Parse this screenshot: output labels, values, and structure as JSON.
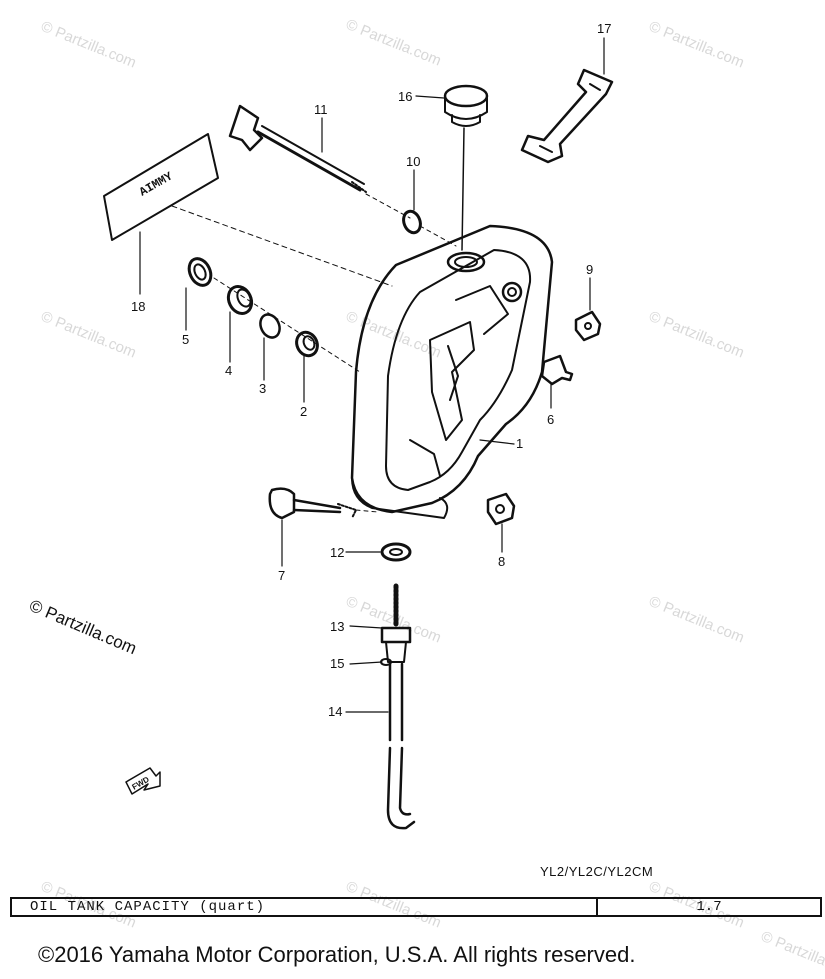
{
  "watermarks": [
    "© Partzilla.com",
    "© Partzilla.com",
    "© Partzilla.com",
    "© Partzilla.com",
    "© Partzilla.com",
    "© Partzilla.com",
    "© Partzilla.com",
    "© Partzilla.com",
    "© Partzilla.com",
    "© Partzilla.com",
    "© Partzilla.com",
    "© Partzilla.com"
  ],
  "corner_watermark": "© Partzilla.com",
  "callouts": [
    "1",
    "2",
    "3",
    "4",
    "5",
    "6",
    "7",
    "8",
    "9",
    "10",
    "11",
    "12",
    "13",
    "14",
    "15",
    "16",
    "17",
    "18"
  ],
  "fwd_label": "FWD",
  "decal_label": "AIMMY",
  "model_code": "YL2/YL2C/YL2CM",
  "spec": {
    "label": "OIL TANK CAPACITY (quart)",
    "value": "1.7"
  },
  "copyright": "©2016 Yamaha Motor Corporation, U.S.A. All rights reserved.",
  "colors": {
    "line": "#111111",
    "watermark": "#d8d8d8",
    "background": "#ffffff"
  }
}
